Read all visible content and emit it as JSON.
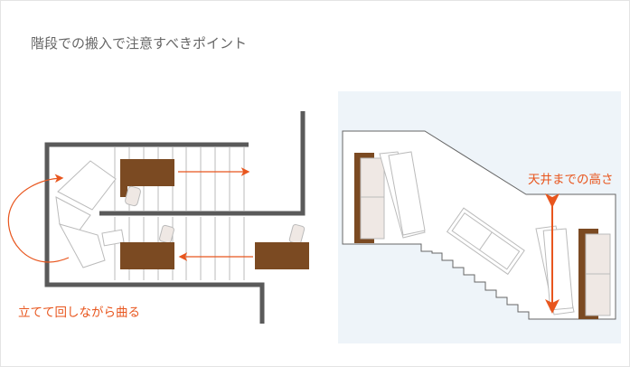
{
  "title": "階段での搬入で注意すべきポイント",
  "left_diagram": {
    "caption": "立てて回しながら曲る"
  },
  "right_diagram": {
    "caption": "天井までの高さ"
  },
  "colors": {
    "accent": "#e8561e",
    "wall": "#5a5a5a",
    "sofa": "#7b4a22",
    "cushion": "#efe8e4",
    "panel_bg": "#eef4f9"
  }
}
